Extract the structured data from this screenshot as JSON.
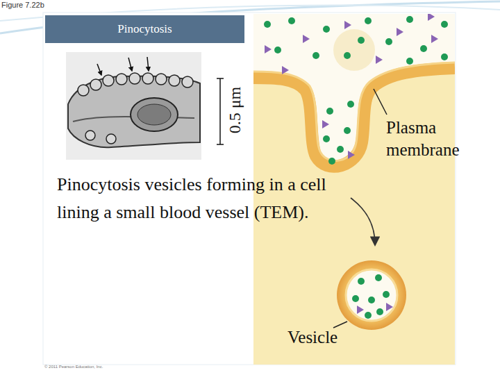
{
  "diagram": {
    "caption": "Pinocytosis vesicles forming in a cell lining a small blood vessel (TEM).",
    "nodes": [
      {
        "text": [
          "Pinocytosis"
        ]
      }
    ],
    "labels": [
      "Figure 7.22b",
      "0.5 μm",
      "Plasma membrane",
      "Vesicle",
      "© 2011 Pearson Education, Inc."
    ]
  }
}
